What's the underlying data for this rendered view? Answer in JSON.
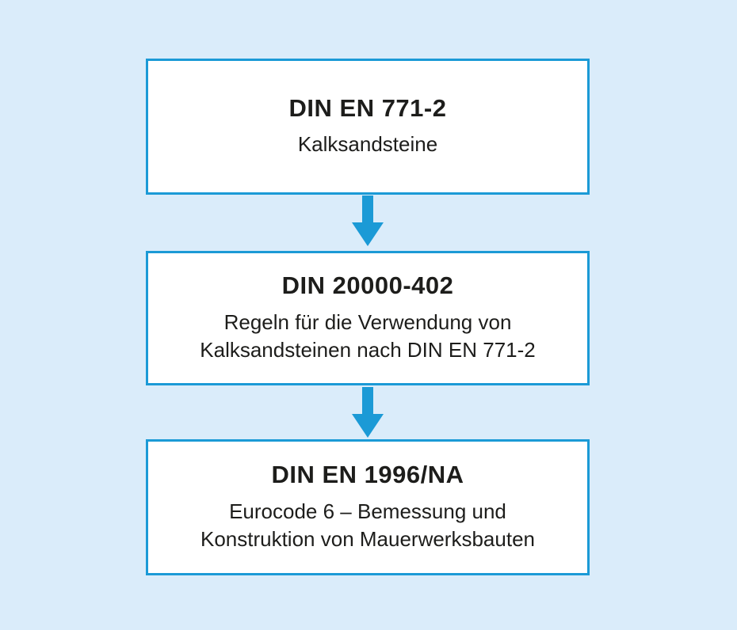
{
  "colors": {
    "background": "#daecfa",
    "box_fill": "#ffffff",
    "box_border": "#1b9ad6",
    "arrow": "#1b9ad6",
    "text": "#1d1d1b"
  },
  "flowchart": {
    "boxes": [
      {
        "title": "DIN EN 771-2",
        "subtitle_lines": [
          "Kalksandsteine"
        ]
      },
      {
        "title": "DIN 20000-402",
        "subtitle_lines": [
          "Regeln für die Verwendung von",
          "Kalksandsteinen nach DIN EN 771-2"
        ]
      },
      {
        "title": "DIN EN 1996/NA",
        "subtitle_lines": [
          "Eurocode 6 – Bemessung und",
          "Konstruktion von Mauerwerksbauten"
        ]
      }
    ]
  }
}
